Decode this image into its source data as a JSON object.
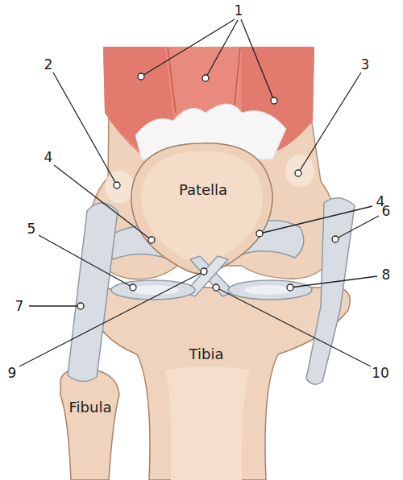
{
  "diagram": {
    "labels": [
      "1",
      "2",
      "3",
      "4",
      "4",
      "5",
      "6",
      "7",
      "8",
      "9",
      "10",
      "Patella",
      "Tibia",
      "Fibula"
    ]
  }
}
